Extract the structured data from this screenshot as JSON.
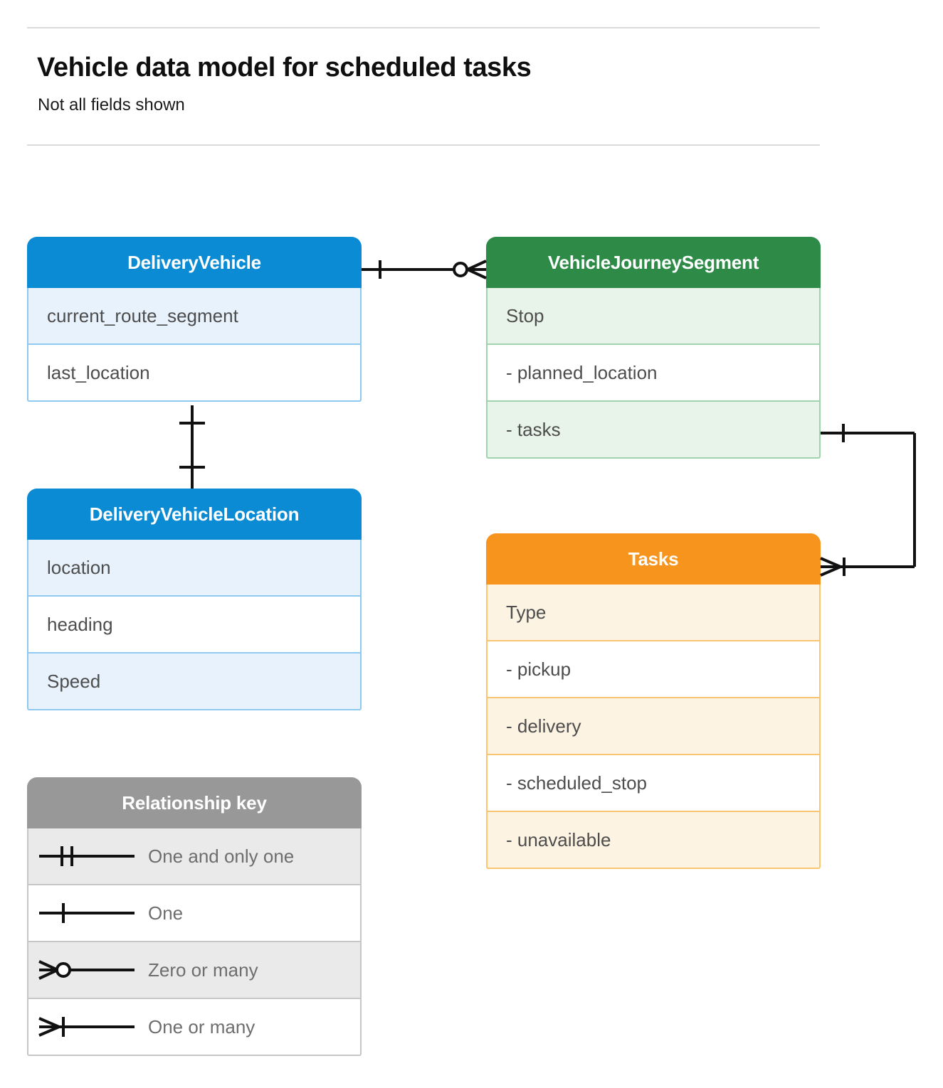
{
  "header": {
    "title": "Vehicle data model for scheduled tasks",
    "subtitle": "Not all fields shown"
  },
  "palette": {
    "blue_header": "#0b8bd4",
    "blue_row": "#e8f2fc",
    "blue_border": "#8fc9ef",
    "green_header": "#2e8b47",
    "green_row": "#e8f4ea",
    "green_border": "#9fd3ab",
    "orange_header": "#f7941d",
    "orange_row": "#fdf3e2",
    "orange_border": "#fbc470",
    "gray_header": "#989898",
    "gray_row": "#eaeaea",
    "gray_border": "#c6c6c6",
    "connector": "#111111",
    "rule": "#dadada"
  },
  "entities": [
    {
      "id": "DeliveryVehicle",
      "title": "DeliveryVehicle",
      "color": "blue",
      "rows": [
        {
          "label": "current_route_segment"
        },
        {
          "label": "last_location"
        }
      ]
    },
    {
      "id": "DeliveryVehicleLocation",
      "title": "DeliveryVehicleLocation",
      "color": "blue",
      "rows": [
        {
          "label": "location"
        },
        {
          "label": "heading"
        },
        {
          "label": "Speed"
        }
      ]
    },
    {
      "id": "VehicleJourneySegment",
      "title": "VehicleJourneySegment",
      "color": "green",
      "rows": [
        {
          "label": "Stop"
        },
        {
          "label": "-  planned_location"
        },
        {
          "label": "- tasks"
        }
      ]
    },
    {
      "id": "Tasks",
      "title": "Tasks",
      "color": "orange",
      "rows": [
        {
          "label": "Type"
        },
        {
          "label": "-  pickup"
        },
        {
          "label": "-  delivery"
        },
        {
          "label": "-  scheduled_stop"
        },
        {
          "label": "-  unavailable"
        }
      ]
    }
  ],
  "legend": {
    "title": "Relationship key",
    "items": [
      {
        "symbol": "one-and-only-one",
        "label": "One and only one"
      },
      {
        "symbol": "one",
        "label": "One"
      },
      {
        "symbol": "zero-or-many",
        "label": "Zero or many"
      },
      {
        "symbol": "one-or-many",
        "label": "One or many"
      }
    ]
  },
  "relationships": [
    {
      "id": "deliveryvehicle-to-journeysegment",
      "from": "DeliveryVehicle",
      "to": "VehicleJourneySegment",
      "from_cardinality": "one",
      "to_cardinality": "zero-or-many"
    },
    {
      "id": "deliveryvehicle-to-vehiclelocation",
      "from": "DeliveryVehicle",
      "to": "DeliveryVehicleLocation",
      "from_cardinality": "one",
      "to_cardinality": "one"
    },
    {
      "id": "journeysegment-tasks-to-tasks",
      "from": "VehicleJourneySegment",
      "to": "Tasks",
      "from_cardinality": "one",
      "to_cardinality": "one-or-many"
    }
  ]
}
